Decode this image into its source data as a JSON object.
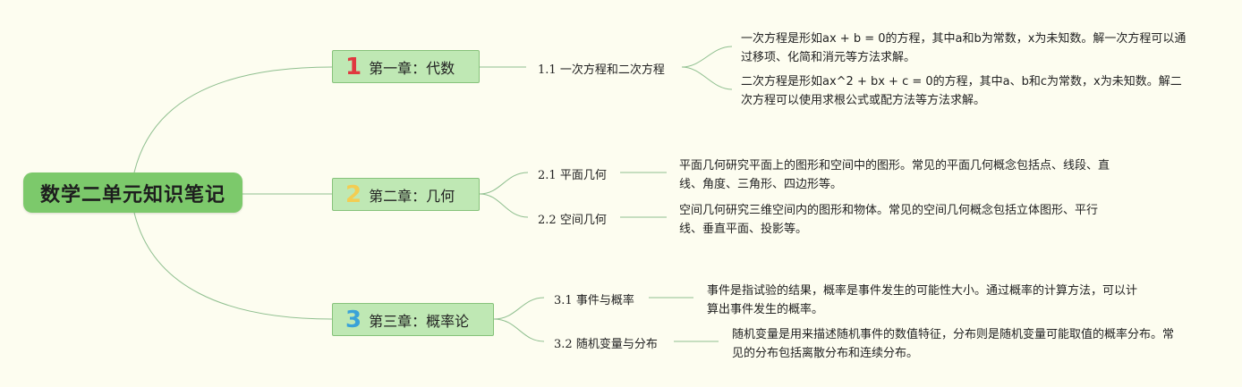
{
  "root": {
    "title": "数学二单元知识笔记"
  },
  "chapters": [
    {
      "badge": "1",
      "badge_color": "#e0383f",
      "title": "第一章：代数",
      "sections": [
        {
          "num": "1.1",
          "title": "一次方程和二次方程",
          "notes": [
            "一次方程是形如ax + b = 0的方程，其中a和b为常数，x为未知数。解一次方程可以通过移项、化简和消元等方法求解。",
            "二次方程是形如ax^2 + bx + c = 0的方程，其中a、b和c为常数，x为未知数。解二次方程可以使用求根公式或配方法等方法求解。"
          ]
        }
      ]
    },
    {
      "badge": "2",
      "badge_color": "#f3cd52",
      "title": "第二章：几何",
      "sections": [
        {
          "num": "2.1",
          "title": "平面几何",
          "notes": [
            "平面几何研究平面上的图形和空间中的图形。常见的平面几何概念包括点、线段、直线、角度、三角形、四边形等。"
          ]
        },
        {
          "num": "2.2",
          "title": "空间几何",
          "notes": [
            "空间几何研究三维空间内的图形和物体。常见的空间几何概念包括立体图形、平行线、垂直平面、投影等。"
          ]
        }
      ]
    },
    {
      "badge": "3",
      "badge_color": "#3aa2d8",
      "title": "第三章：概率论",
      "sections": [
        {
          "num": "3.1",
          "title": "事件与概率",
          "notes": [
            "事件是指试验的结果，概率是事件发生的可能性大小。通过概率的计算方法，可以计算出事件发生的概率。"
          ]
        },
        {
          "num": "3.2",
          "title": "随机变量与分布",
          "notes": [
            "随机变量是用来描述随机事件的数值特征，分布则是随机变量可能取值的概率分布。常见的分布包括离散分布和连续分布。"
          ]
        }
      ]
    }
  ],
  "colors": {
    "background": "#fdfdf0",
    "root_fill": "#7cc96b",
    "chapter_fill": "#bfe8b4",
    "connector": "#8fbf8f"
  }
}
